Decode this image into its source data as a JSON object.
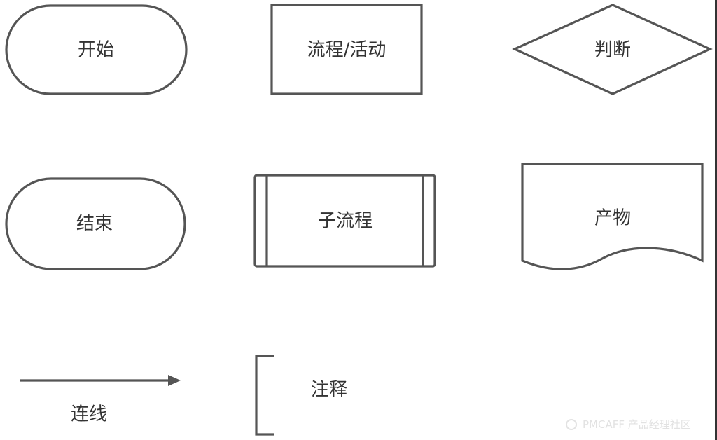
{
  "symbols": {
    "start": "开始",
    "process": "流程/活动",
    "decision": "判断",
    "end": "结束",
    "subprocess": "子流程",
    "document": "产物",
    "connector": "连线",
    "annotation": "注释"
  },
  "watermark": "PMCAFF 产品经理社区",
  "colors": {
    "stroke": "#555555",
    "text": "#333333"
  }
}
